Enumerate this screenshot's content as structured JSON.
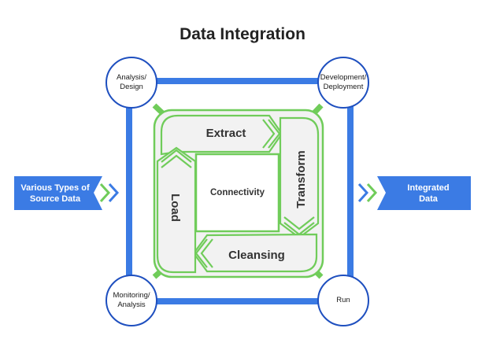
{
  "title": "Data Integration",
  "center_label": "Connectivity",
  "steps": {
    "extract": "Extract",
    "transform": "Transform",
    "cleansing": "Cleansing",
    "load": "Load"
  },
  "corners": {
    "top_left": [
      "Analysis/",
      "Design"
    ],
    "top_right": [
      "Development/",
      "Deployment"
    ],
    "bottom_left": [
      "Monitoring/",
      "Analysis"
    ],
    "bottom_right": [
      "Run"
    ]
  },
  "input": [
    "Various Types of",
    "Source Data"
  ],
  "output": [
    "Integrated",
    "Data"
  ],
  "colors": {
    "blue": "#3b7be4",
    "green": "#70cc5a",
    "panel": "#f2f2f2",
    "corner_stroke": "#1e4fbf"
  }
}
